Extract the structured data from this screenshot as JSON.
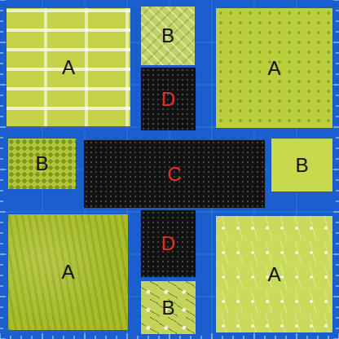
{
  "diagram": {
    "nodes": [
      {
        "text": [
          "A"
        ]
      },
      {
        "text": [
          "B"
        ]
      },
      {
        "text": [
          "A"
        ]
      },
      {
        "text": [
          "D"
        ]
      },
      {
        "text": [
          "B"
        ]
      },
      {
        "text": [
          "C"
        ]
      },
      {
        "text": [
          "B"
        ]
      },
      {
        "text": [
          "D"
        ]
      },
      {
        "text": [
          "A"
        ]
      },
      {
        "text": [
          "B"
        ]
      },
      {
        "text": [
          "A"
        ]
      }
    ]
  }
}
